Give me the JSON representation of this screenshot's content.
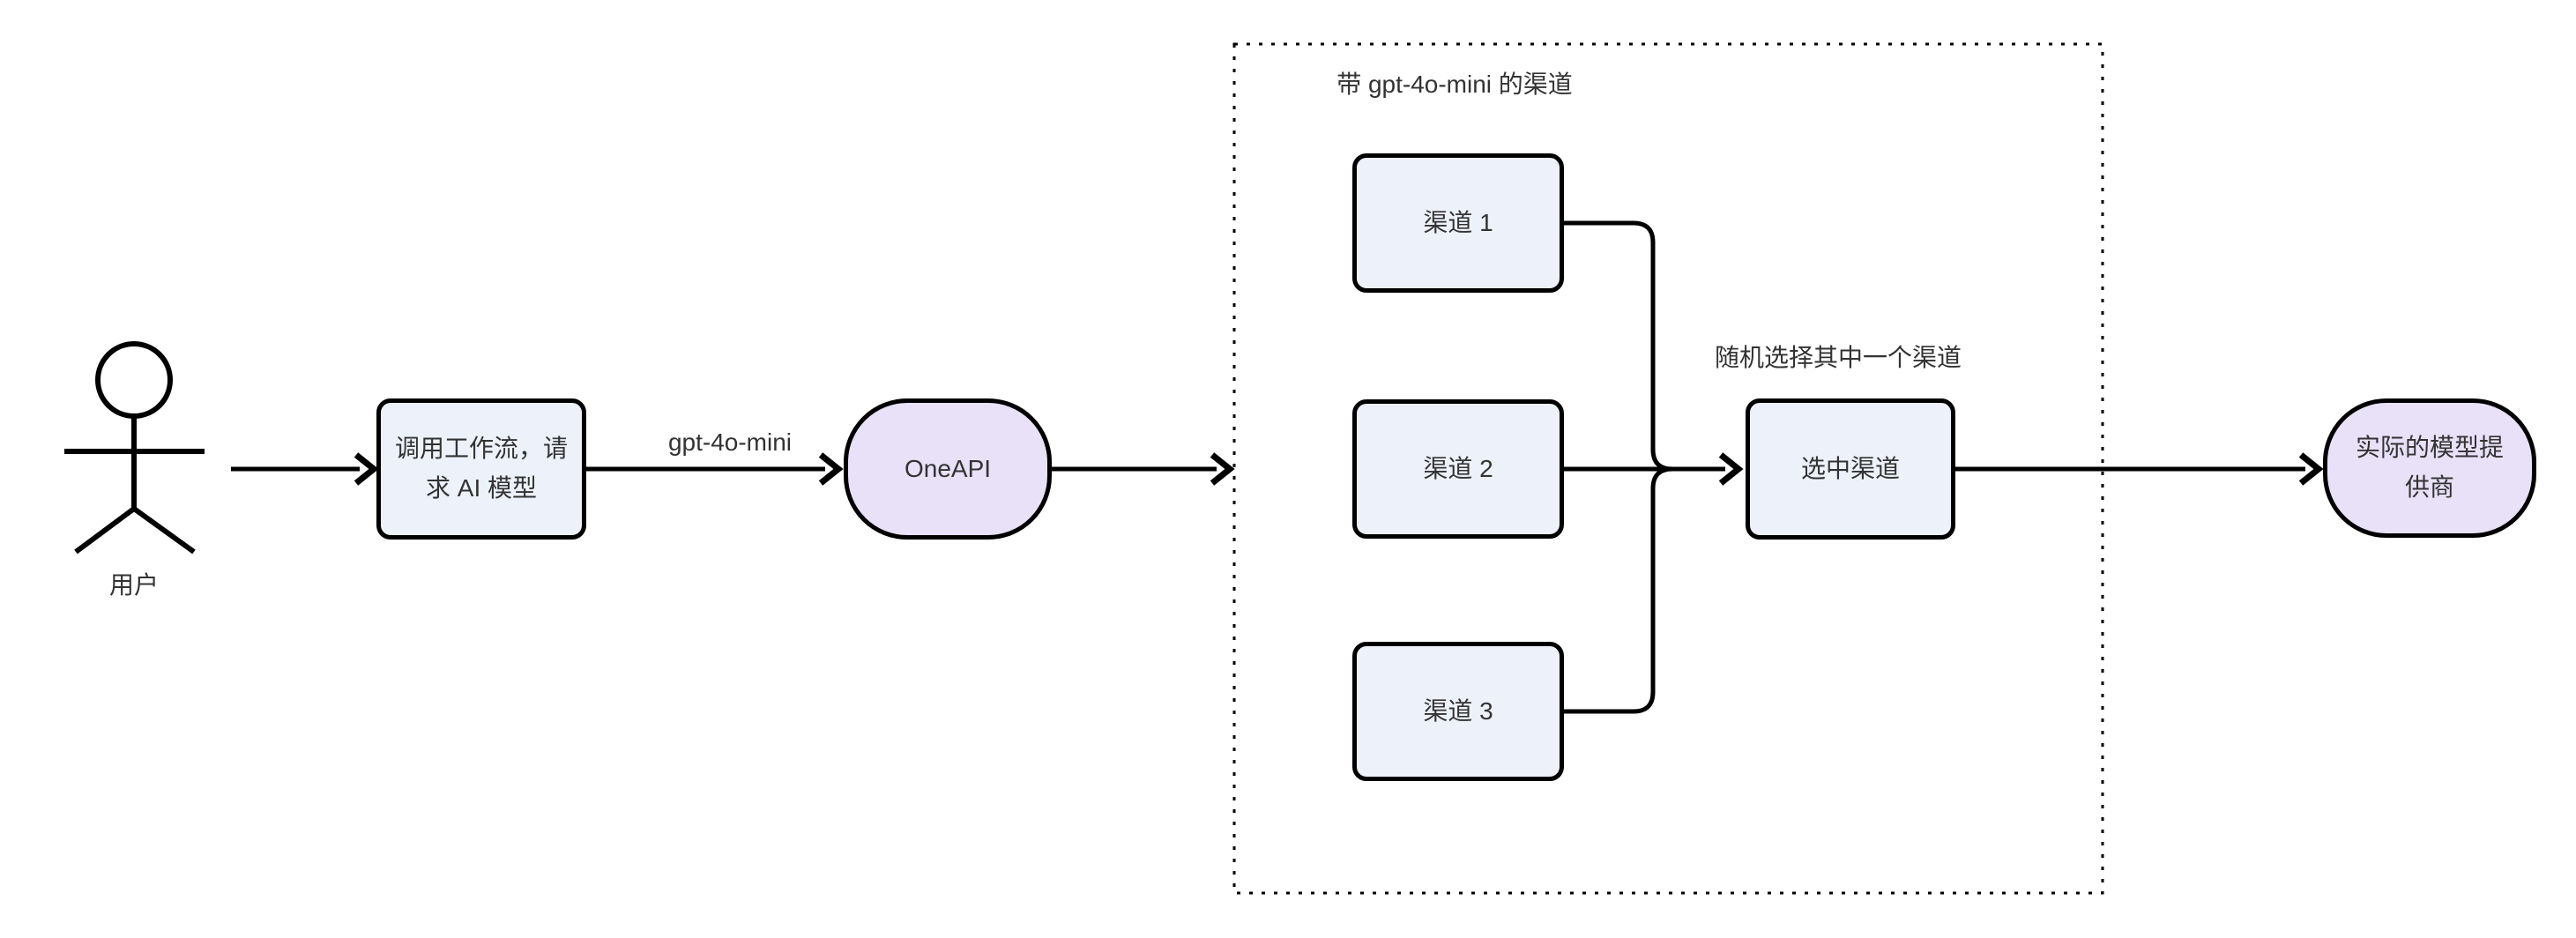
{
  "diagram": {
    "actor": {
      "label": "用户"
    },
    "nodes": {
      "workflow": {
        "label": "调用工作流，请\n求 AI 模型"
      },
      "oneapi": {
        "label": "OneAPI"
      },
      "channel1": {
        "label": "渠道 1"
      },
      "channel2": {
        "label": "渠道 2"
      },
      "channel3": {
        "label": "渠道 3"
      },
      "selected": {
        "label": "选中渠道"
      },
      "provider": {
        "label": "实际的模型提\n供商"
      }
    },
    "subgraph": {
      "label": "带 gpt-4o-mini 的渠道"
    },
    "edge_labels": {
      "model": "gpt-4o-mini",
      "random": "随机选择其中一个渠道"
    },
    "colors": {
      "background": "#ffffff",
      "line": "#000000",
      "text": "#333333",
      "node_fill": "#edf1fa",
      "stadium_fill": "#e8e1f8"
    }
  }
}
